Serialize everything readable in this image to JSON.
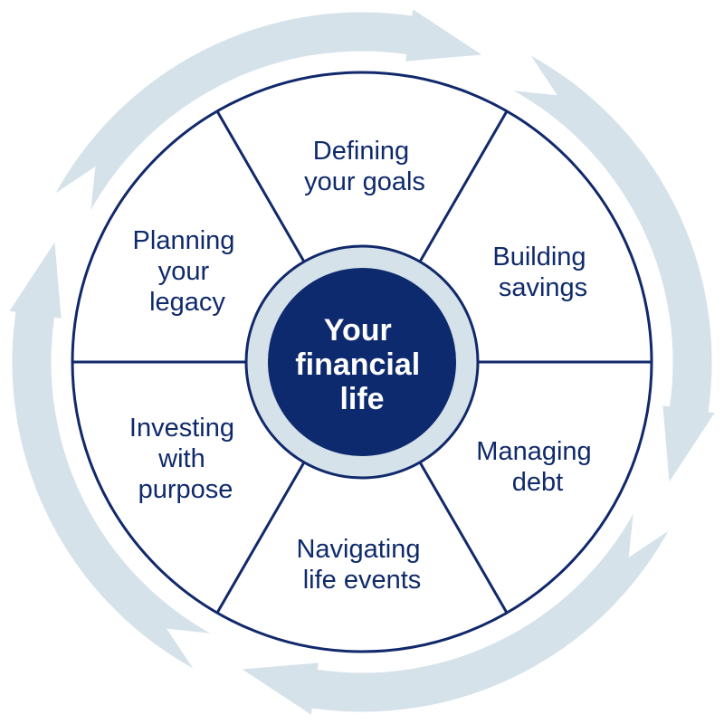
{
  "center": {
    "lines": [
      "Your",
      "financial",
      "life"
    ]
  },
  "segments": [
    {
      "id": "defining-goals",
      "lines": [
        "Defining",
        "your goals"
      ]
    },
    {
      "id": "building-savings",
      "lines": [
        "Building",
        "savings"
      ]
    },
    {
      "id": "managing-debt",
      "lines": [
        "Managing",
        "debt"
      ]
    },
    {
      "id": "navigating-life-events",
      "lines": [
        "Navigating",
        "life events"
      ]
    },
    {
      "id": "investing-with-purpose",
      "lines": [
        "Investing",
        "with",
        "purpose"
      ]
    },
    {
      "id": "planning-legacy",
      "lines": [
        "Planning",
        "your",
        "legacy"
      ]
    }
  ],
  "colors": {
    "ring": "#d5e2ea",
    "ring_stroke": "#ffffff",
    "spoke": "#11296b",
    "hub_ring": "#d5e2ea",
    "hub": "#0e2a6e",
    "text": "#0f2a6b",
    "background": "#ffffff"
  }
}
